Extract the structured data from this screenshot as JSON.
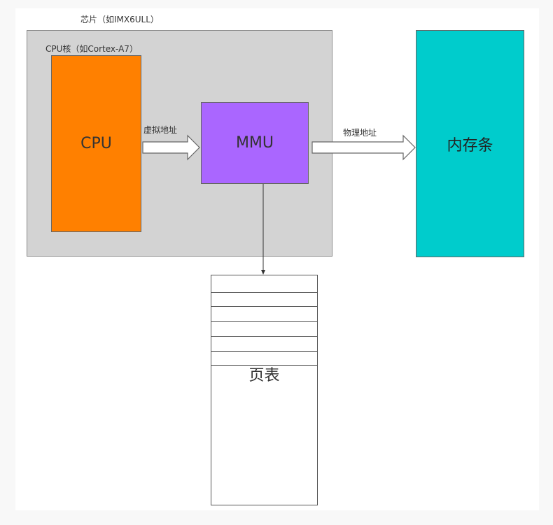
{
  "diagram": {
    "chip_label": "芯片（如IMX6ULL）",
    "core_label": "CPU核（如Cortex-A7）",
    "cpu_label": "CPU",
    "mmu_label": "MMU",
    "memory_label": "内存条",
    "virtual_address_label": "虚拟地址",
    "physical_address_label": "物理地址",
    "page_table_label": "页表",
    "page_table_row_count": 6
  },
  "colors": {
    "chip_fill": "#d3d3d3",
    "cpu_fill": "#ff8000",
    "mmu_fill": "#aa66ff",
    "memory_fill": "#00cccc",
    "page_table_fill": "#ffffff"
  }
}
